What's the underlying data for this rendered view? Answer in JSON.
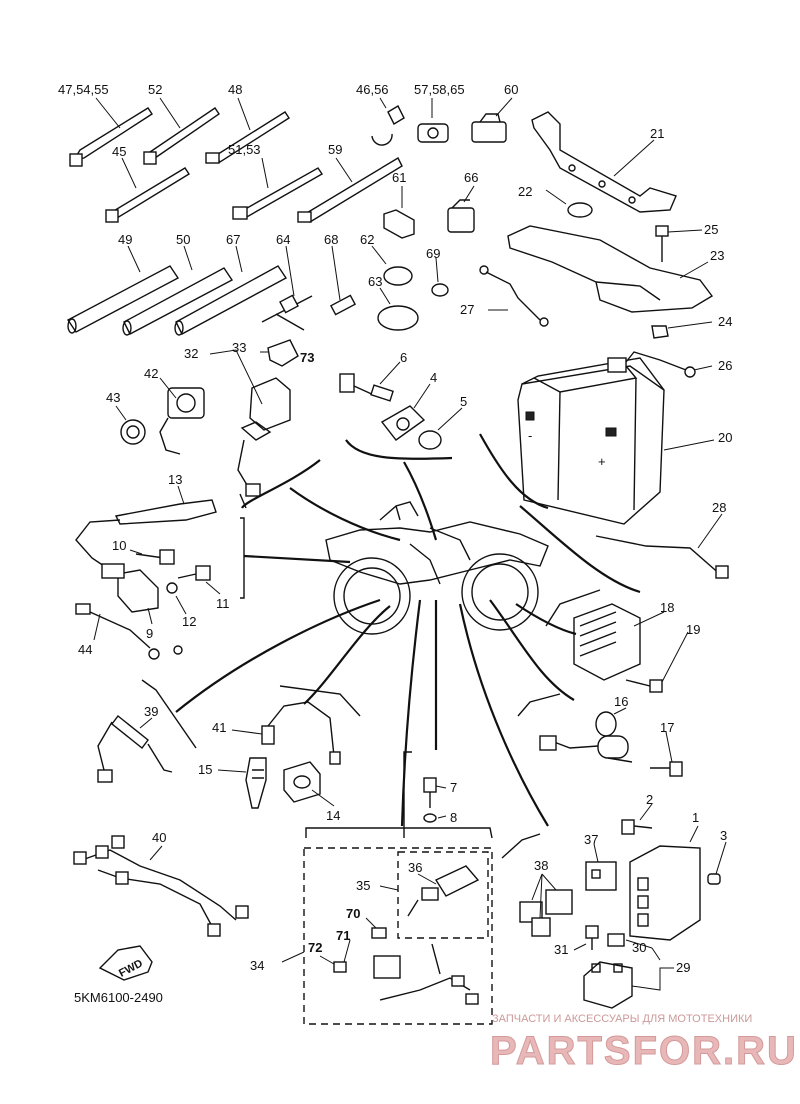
{
  "diagram_code": "5KM6100-2490",
  "fwd_label": "FWD",
  "watermark": {
    "top_line": "ЗАПЧАСТИ И АКСЕССУАРЫ ДЛЯ МОТОТЕХНИКИ",
    "brand": "PARTSFOR.RU"
  },
  "callouts": {
    "c47": "47,54,55",
    "c52": "52",
    "c48": "48",
    "c4656": "46,56",
    "c575865": "57,58,65",
    "c60": "60",
    "c21": "21",
    "c45": "45",
    "c5153": "51,53",
    "c59": "59",
    "c61": "61",
    "c66": "66",
    "c22": "22",
    "c25": "25",
    "c49": "49",
    "c50": "50",
    "c67": "67",
    "c64": "64",
    "c68": "68",
    "c62": "62",
    "c69": "69",
    "c23": "23",
    "c63": "63",
    "c27": "27",
    "c24": "24",
    "c32": "32",
    "c33": "33",
    "c73": "73",
    "c6": "6",
    "c26": "26",
    "c42": "42",
    "c4": "4",
    "c43": "43",
    "c5": "5",
    "c20": "20",
    "c13": "13",
    "c28": "28",
    "c10": "10",
    "c11": "11",
    "c12": "12",
    "c9": "9",
    "c18": "18",
    "c44": "44",
    "c19": "19",
    "c39": "39",
    "c16": "16",
    "c41": "41",
    "c17": "17",
    "c15": "15",
    "c14": "14",
    "c7": "7",
    "c8": "8",
    "c2": "2",
    "c1": "1",
    "c3": "3",
    "c40": "40",
    "c37": "37",
    "c36": "36",
    "c38": "38",
    "c35": "35",
    "c70": "70",
    "c71": "71",
    "c72": "72",
    "c34": "34",
    "c31": "31",
    "c30": "30",
    "c29": "29"
  }
}
